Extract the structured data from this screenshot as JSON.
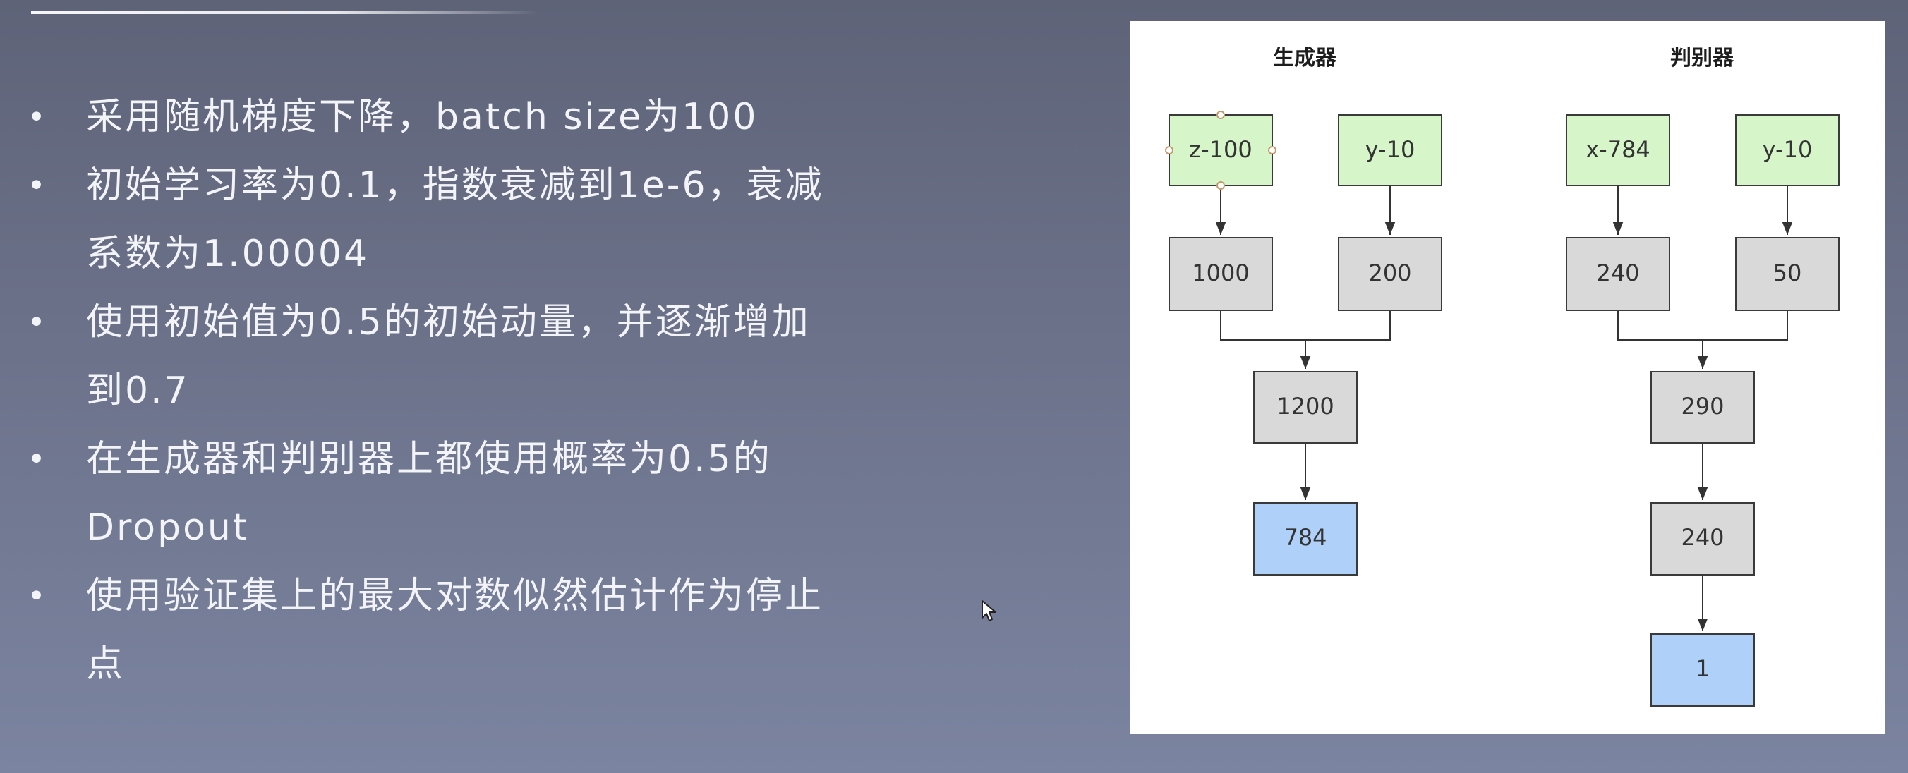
{
  "bullets": [
    "采用随机梯度下降，batch size为100",
    "初始学习率为0.1，指数衰减到1e-6，衰减系数为1.00004",
    "使用初始值为0.5的初始动量，并逐渐增加到0.7",
    "在生成器和判别器上都使用概率为0.5的Dropout",
    "使用验证集上的最大对数似然估计作为停止点"
  ],
  "diagram": {
    "generator": {
      "title": "生成器",
      "inputs": [
        "z-100",
        "y-10"
      ],
      "hidden": [
        "1000",
        "200"
      ],
      "merged": "1200",
      "output": "784"
    },
    "discriminator": {
      "title": "判别器",
      "inputs": [
        "x-784",
        "y-10"
      ],
      "hidden": [
        "240",
        "50"
      ],
      "merged": "290",
      "hidden2": "240",
      "output": "1"
    },
    "colors": {
      "input": "#d6f5c9",
      "hidden": "#d9d9d9",
      "output": "#afd0f8"
    }
  }
}
